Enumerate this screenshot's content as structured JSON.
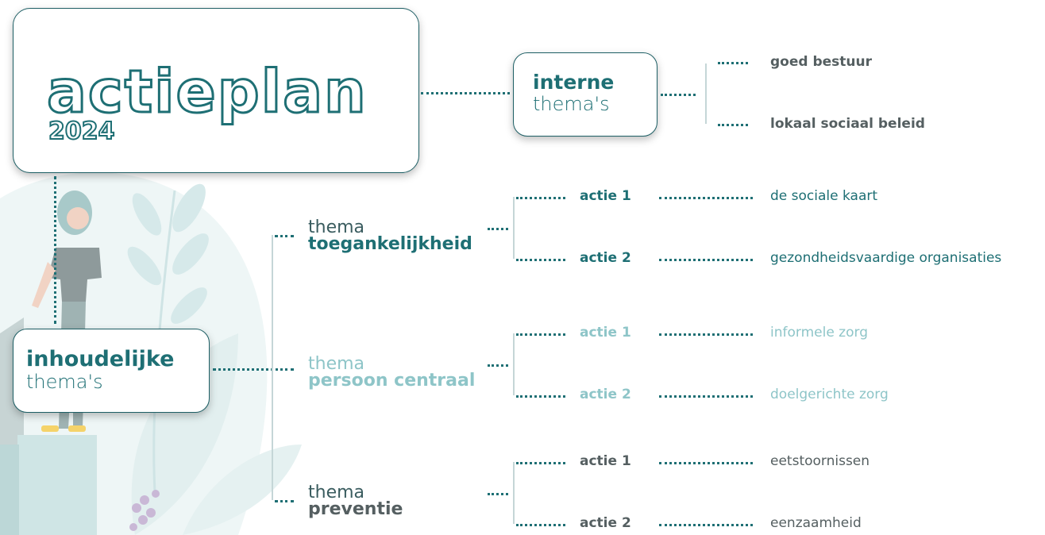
{
  "title": {
    "main": "actieplan",
    "year": "2024"
  },
  "interne": {
    "box_line1": "interne",
    "box_line2": "thema's",
    "items": [
      "goed bestuur",
      "lokaal sociaal beleid"
    ]
  },
  "inhoudelijke": {
    "box_line1": "inhoudelijke",
    "box_line2": "thema's"
  },
  "themes": [
    {
      "word": "thema",
      "name": "toegankelijkheid",
      "color": "#1e6f74",
      "actions": [
        {
          "label": "actie 1",
          "topic": "de sociale kaart"
        },
        {
          "label": "actie 2",
          "topic": "gezondheidsvaardige organisaties"
        }
      ]
    },
    {
      "word": "thema",
      "name": "persoon centraal",
      "color": "#8ec5c8",
      "actions": [
        {
          "label": "actie 1",
          "topic": "informele zorg"
        },
        {
          "label": "actie 2",
          "topic": "doelgerichte zorg"
        }
      ]
    },
    {
      "word": "thema",
      "name": "preventie",
      "color": "#555f61",
      "actions": [
        {
          "label": "actie 1",
          "topic": "eetstoornissen"
        },
        {
          "label": "actie 2",
          "topic": "eenzaamheid"
        }
      ]
    }
  ],
  "colors": {
    "teal": "#1e6f74",
    "light_teal": "#8ec5c8",
    "grey": "#555f61",
    "pale": "#dfeeee"
  }
}
